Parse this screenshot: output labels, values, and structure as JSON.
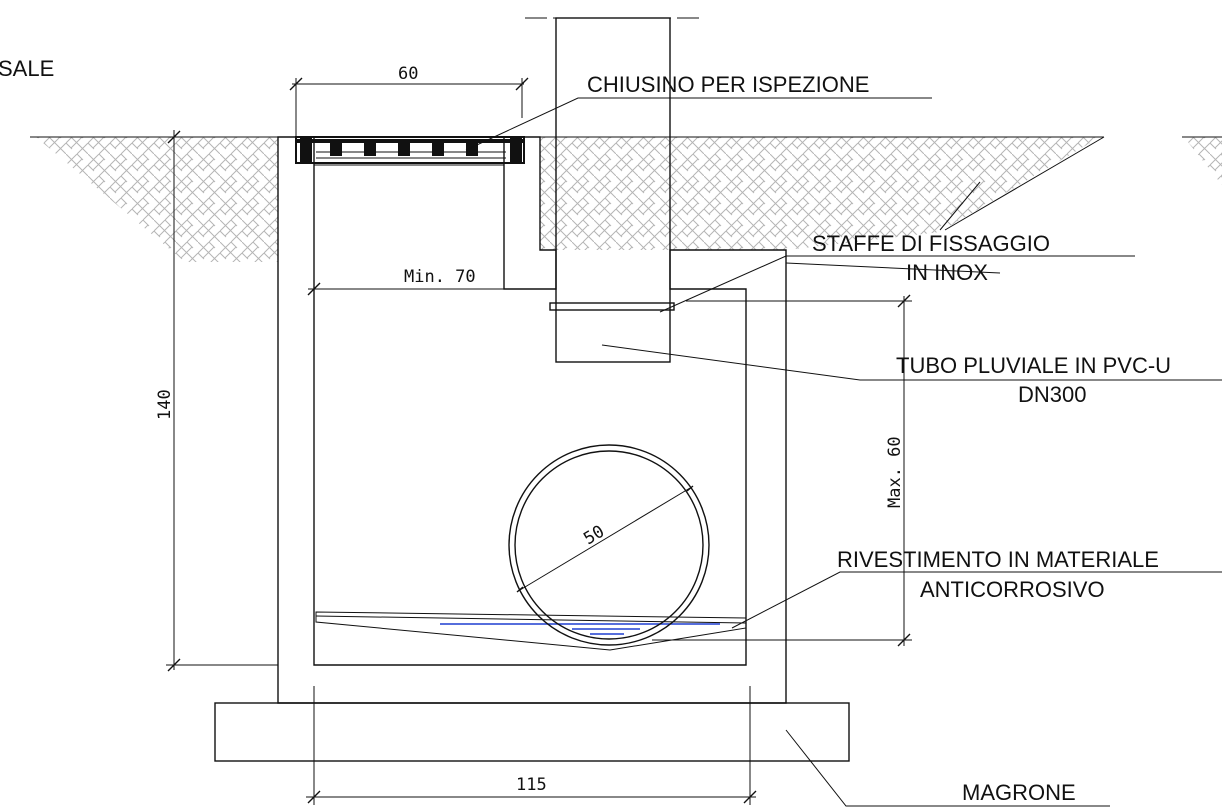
{
  "labels": {
    "partial_left": "SALE",
    "cover": "CHIUSINO PER ISPEZIONE",
    "brackets_line1": "STAFFE DI FISSAGGIO",
    "brackets_line2": "IN INOX",
    "pipe_line1": "TUBO PLUVIALE IN PVC-U",
    "pipe_line2": "DN300",
    "lining_line1": "RIVESTIMENTO IN MATERIALE",
    "lining_line2": "ANTICORROSIVO",
    "base": "MAGRONE"
  },
  "dimensions": {
    "cover_width": "60",
    "inner_width": "Min. 70",
    "height": "140",
    "max_depth": "Max. 60",
    "pipe_diameter": "50",
    "base_width": "115"
  },
  "colors": {
    "line": "#111111",
    "water": "#1e3fd0",
    "soil_hatch": "#b5b5b5",
    "concrete_hatch": "#333333"
  }
}
